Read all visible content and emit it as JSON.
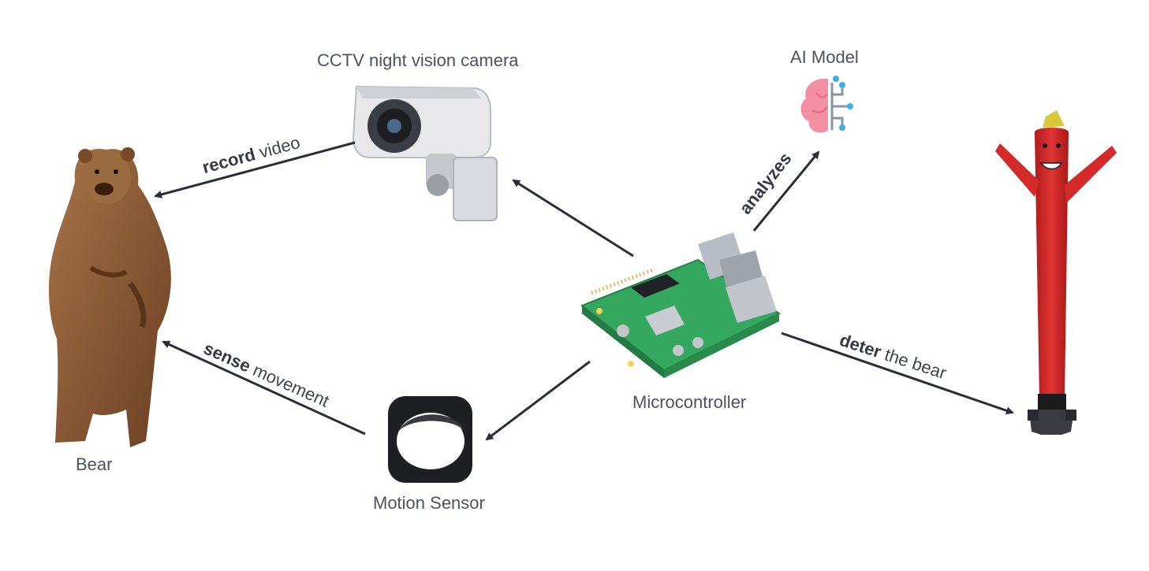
{
  "nodes": {
    "bear": {
      "label": "Bear"
    },
    "camera": {
      "label": "CCTV night vision camera"
    },
    "ai_model": {
      "label": "AI Model"
    },
    "microcontroller": {
      "label": "Microcontroller"
    },
    "motion_sensor": {
      "label": "Motion Sensor"
    },
    "inflatable": {
      "label": ""
    }
  },
  "edges": {
    "record": {
      "bold": "record",
      "rest": " video"
    },
    "sense": {
      "bold": "sense",
      "rest": " movement"
    },
    "analyzes": {
      "bold": "analyzes",
      "rest": ""
    },
    "deter": {
      "bold": "deter",
      "rest": " the bear"
    }
  },
  "colors": {
    "arrow": "#2b2d3a",
    "text": "#4c5260",
    "bear_fur": "#8a5a33",
    "board": "#2e9d57",
    "tube": "#d42a2a"
  }
}
